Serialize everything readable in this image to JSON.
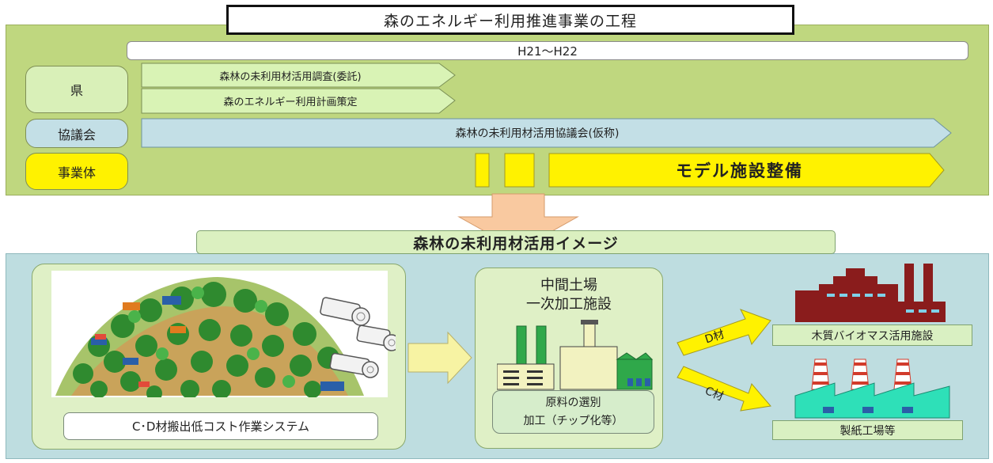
{
  "title": "森のエネルギー利用推進事業の工程",
  "period": "H21～H22",
  "rows": [
    {
      "label": "県",
      "items": [
        "森林の未利用材活用調査(委託)",
        "森のエネルギー利用計画策定"
      ]
    },
    {
      "label": "協議会",
      "items": [
        "森林の未利用材活用協議会(仮称)"
      ]
    },
    {
      "label": "事業体",
      "items": [
        "モデル施設整備"
      ]
    }
  ],
  "image_section": {
    "title": "森林の未利用材活用イメージ",
    "forest_system_label": "C･D材搬出低コスト作業システム",
    "intermediate_title_line1": "中間土場",
    "intermediate_title_line2": "一次加工施設",
    "process_line1": "原料の選別",
    "process_line2": "加工（チップ化等）",
    "d_arrow_label": "D材",
    "c_arrow_label": "C材",
    "biomass_label": "木質バイオマス活用施設",
    "paper_label": "製紙工場等"
  },
  "colors": {
    "top_panel": "#bfd77f",
    "bottom_panel": "#bedde0",
    "yellow": "#fff200",
    "council_blue": "#c3dfe6",
    "arrow_orange": "#f9c9a0"
  }
}
